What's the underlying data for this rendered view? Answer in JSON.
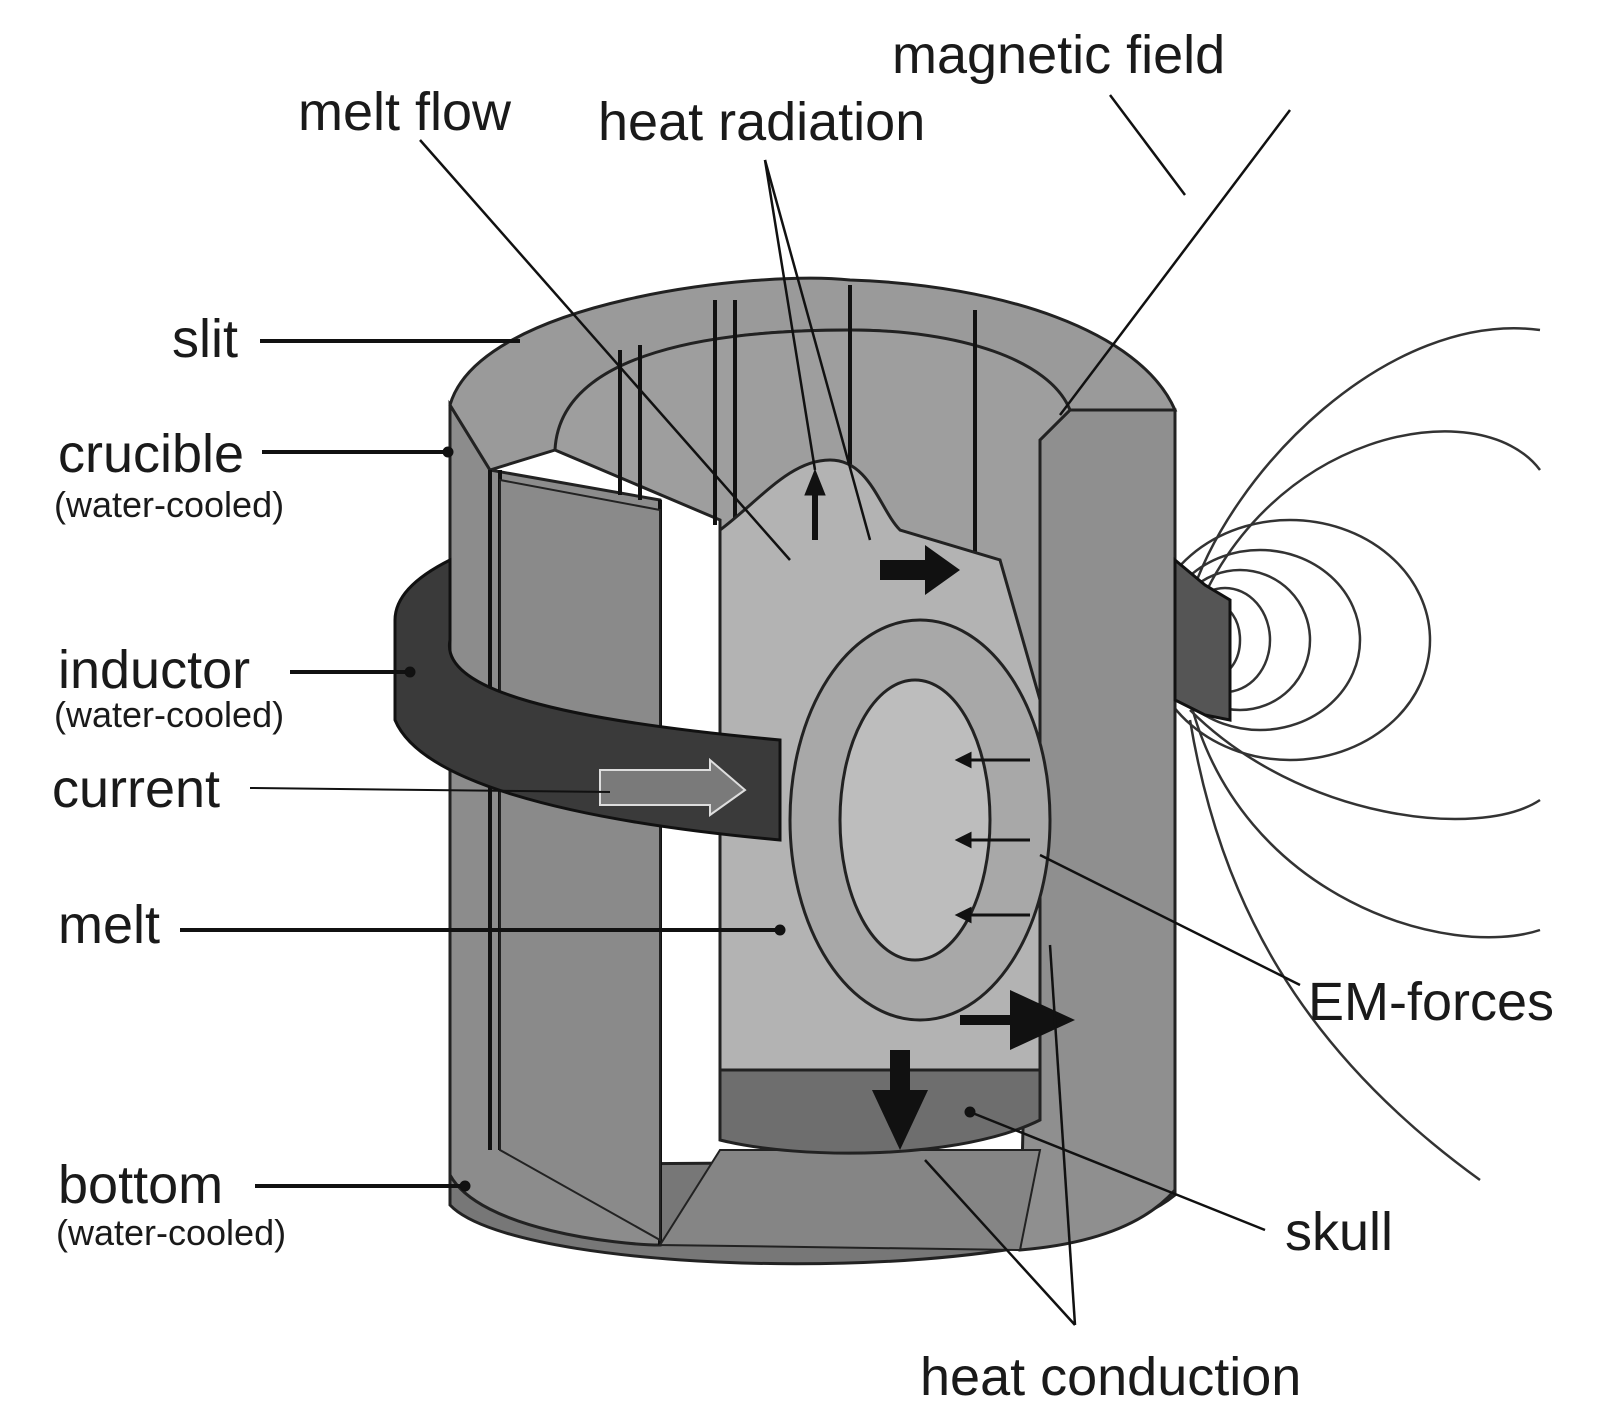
{
  "labels": {
    "magnetic_field": "magnetic field",
    "melt_flow": "melt flow",
    "heat_radiation": "heat radiation",
    "slit": "slit",
    "crucible": "crucible",
    "crucible_note": "(water-cooled)",
    "inductor": "inductor",
    "inductor_note": "(water-cooled)",
    "current": "current",
    "melt": "melt",
    "em_forces": "EM-forces",
    "bottom": "bottom",
    "bottom_note": "(water-cooled)",
    "skull": "skull",
    "heat_conduction": "heat conduction"
  },
  "colors": {
    "crucible_dark": "#6e6e6e",
    "crucible_mid": "#8a8a8a",
    "crucible_light": "#a9a9a9",
    "melt": "#b4b4b4",
    "inductor": "#3c3c3c",
    "skull": "#7a7a7a",
    "line": "#111111"
  }
}
